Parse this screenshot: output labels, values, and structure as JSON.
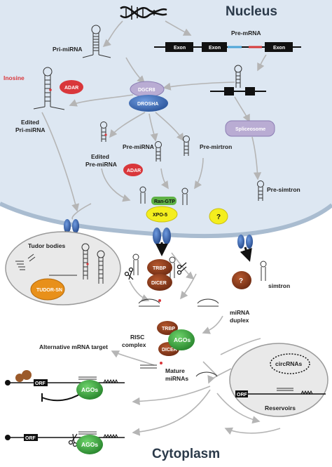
{
  "regions": {
    "nucleus": "Nucleus",
    "cytoplasm": "Cytoplasm"
  },
  "labels": {
    "pri_mirna": "Pri-miRNA",
    "pre_mrna": "Pre-mRNA",
    "inosine": "Inosine",
    "edited_pri": [
      "Edited",
      "Pri-miRNA"
    ],
    "pre_mirna": "Pre-miRNA",
    "pre_mirtron": "Pre-mirtron",
    "edited_pre": [
      "Edited",
      "Pre-miRNA"
    ],
    "pre_simtron": "Pre-simtron",
    "tudor_bodies": "Tudor bodies",
    "simtron": "simtron",
    "mirna_duplex": [
      "miRNA",
      "duplex"
    ],
    "risc_complex": [
      "RISC",
      "complex"
    ],
    "alt_target": "Alternative mRNA target",
    "mature_mirnas": [
      "Mature",
      "miRNAs"
    ],
    "circrnas": "circRNAs",
    "reservoirs": "Reservoirs"
  },
  "exons": [
    "Exon",
    "Exon",
    "Exon"
  ],
  "proteins": {
    "adar": "ADAR",
    "dgcr8": "DGCR8",
    "drosha": "DROSHA",
    "spliceosome": "Spliceosome",
    "ran_gtp": "Ran-GTP",
    "xpo5": "XPO-5",
    "question": "?",
    "tudor_sn": "TUDOR-SN",
    "trbp": "TRBP",
    "dicer": "DICER",
    "agos": "AGOs",
    "orf": "ORF"
  },
  "colors": {
    "nucleus_fill": "#dbe6f1",
    "membrane": "#9aaec4",
    "adar_red": "#d9373b",
    "dgcr8_purple": "#b7aad1",
    "drosha_blue": "#3d6db6",
    "xpo5_yellow": "#f4ee1e",
    "ran_green": "#5fb246",
    "trbp_brown": "#8c3b1e",
    "agos_green": "#3aa641",
    "tudor_orange": "#e8901a",
    "pore_blue": "#3b6cb2"
  }
}
